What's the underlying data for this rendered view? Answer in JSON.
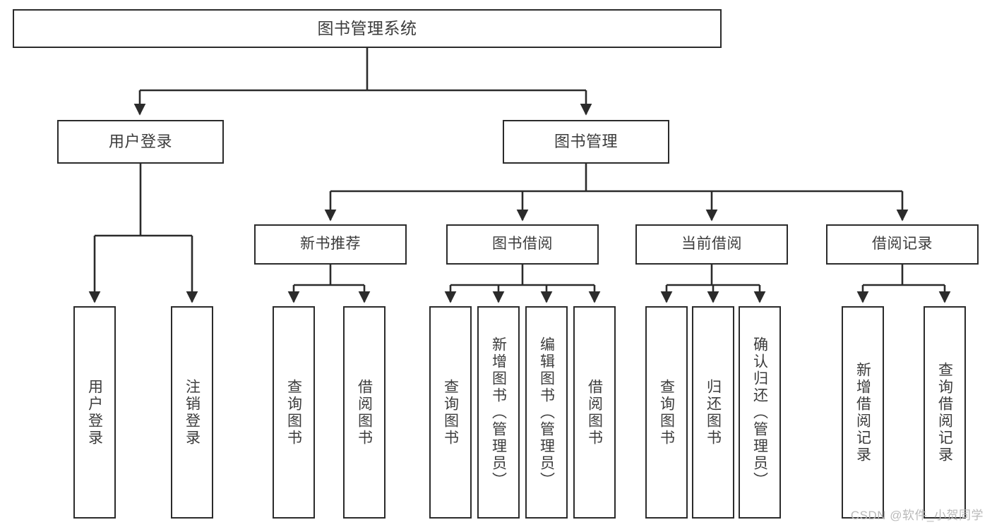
{
  "diagram": {
    "title": "图书管理系统",
    "type": "tree-hierarchy",
    "colors": {
      "border": "#2b2b2b",
      "text": "#3c3c3c",
      "background": "#ffffff",
      "edge": "#2b2b2b",
      "watermark": "#b9b9b9"
    },
    "nodes": {
      "root": {
        "label": "图书管理系统"
      },
      "level1": [
        {
          "id": "user-login",
          "label": "用户登录"
        },
        {
          "id": "book-management",
          "label": "图书管理"
        }
      ],
      "level2": [
        {
          "id": "new-book-recommend",
          "label": "新书推荐"
        },
        {
          "id": "book-borrow",
          "label": "图书借阅"
        },
        {
          "id": "current-borrow",
          "label": "当前借阅"
        },
        {
          "id": "borrow-record",
          "label": "借阅记录"
        }
      ],
      "leaves": {
        "user-login": [
          {
            "id": "leaf-user-login",
            "label": "用户登录"
          },
          {
            "id": "leaf-logout-login",
            "label": "注销登录"
          }
        ],
        "new-book-recommend": [
          {
            "id": "leaf-query-book-1",
            "label": "查询图书"
          },
          {
            "id": "leaf-borrow-book-1",
            "label": "借阅图书"
          }
        ],
        "book-borrow": [
          {
            "id": "leaf-query-book-2",
            "label": "查询图书"
          },
          {
            "id": "leaf-add-book-admin",
            "label": "新增图书（管理员）"
          },
          {
            "id": "leaf-edit-book-admin",
            "label": "编辑图书（管理员）"
          },
          {
            "id": "leaf-borrow-book-2",
            "label": "借阅图书"
          }
        ],
        "current-borrow": [
          {
            "id": "leaf-query-book-3",
            "label": "查询图书"
          },
          {
            "id": "leaf-return-book",
            "label": "归还图书"
          },
          {
            "id": "leaf-confirm-return-admin",
            "label": "确认归还（管理员）"
          }
        ],
        "borrow-record": [
          {
            "id": "leaf-add-borrow-record",
            "label": "新增借阅记录"
          },
          {
            "id": "leaf-query-borrow-record",
            "label": "查询借阅记录"
          }
        ]
      }
    },
    "watermark": "CSDN @软件_小贺同学"
  }
}
